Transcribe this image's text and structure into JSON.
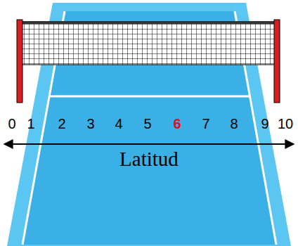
{
  "diagram": {
    "labels": [
      "0",
      "1",
      "2",
      "3",
      "4",
      "5",
      "6",
      "7",
      "8",
      "9",
      "10",
      "Latitud"
    ]
  }
}
